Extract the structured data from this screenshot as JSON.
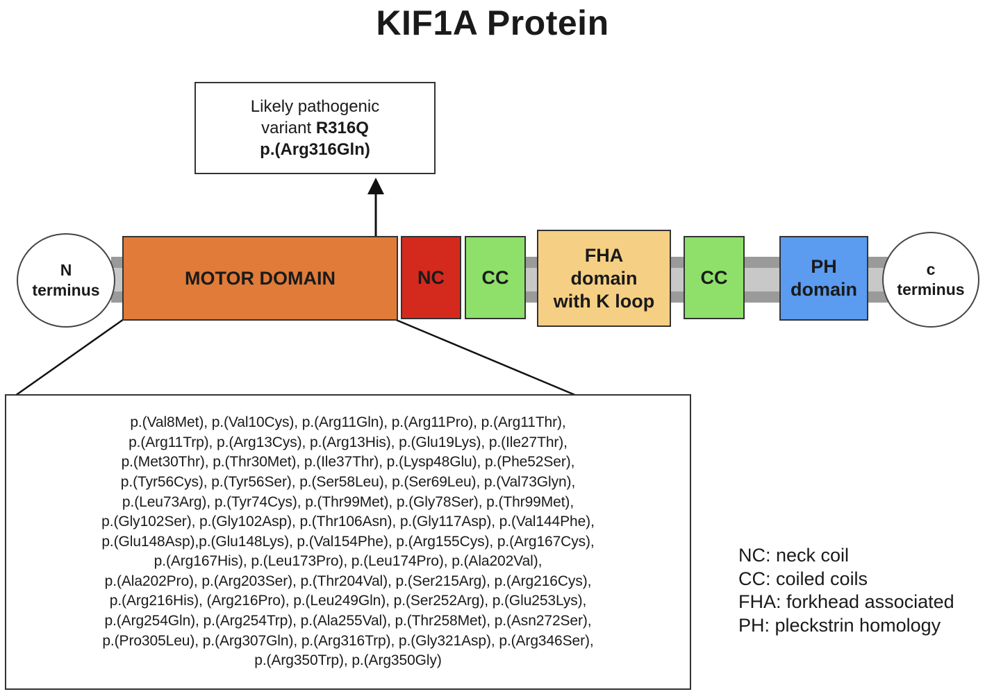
{
  "title": "KIF1A Protein",
  "callout": {
    "line1": "Likely pathogenic",
    "line2_prefix": "variant ",
    "line2_bold": "R316Q",
    "line3": "p.(Arg316Gln)"
  },
  "domains": {
    "n_terminus": [
      "N",
      "terminus"
    ],
    "motor": "MOTOR DOMAIN",
    "nc": "NC",
    "cc1": "CC",
    "fha": [
      "FHA",
      "domain",
      "with K loop"
    ],
    "cc2": "CC",
    "ph": [
      "PH",
      "domain"
    ],
    "c_terminus": [
      "c",
      "terminus"
    ]
  },
  "colors": {
    "motor": "#e07b39",
    "nc": "#d42a1e",
    "cc": "#8ee06a",
    "fha": "#f5cf83",
    "ph": "#5b9bf0",
    "linker": "#9a9a9a"
  },
  "variants": [
    "p.(Val8Met), p.(Val10Cys), p.(Arg11Gln), p.(Arg11Pro), p.(Arg11Thr),",
    "p.(Arg11Trp), p.(Arg13Cys), p.(Arg13His), p.(Glu19Lys), p.(Ile27Thr),",
    "p.(Met30Thr), p.(Thr30Met), p.(Ile37Thr), p.(Lysp48Glu), p.(Phe52Ser),",
    "p.(Tyr56Cys), p.(Tyr56Ser), p.(Ser58Leu), p.(Ser69Leu), p.(Val73Glyn),",
    "p.(Leu73Arg), p.(Tyr74Cys), p.(Thr99Met), p.(Gly78Ser),  p.(Thr99Met),",
    "p.(Gly102Ser), p.(Gly102Asp), p.(Thr106Asn), p.(Gly117Asp),  p.(Val144Phe),",
    "p.(Glu148Asp),p.(Glu148Lys),  p.(Val154Phe), p.(Arg155Cys), p.(Arg167Cys),",
    "p.(Arg167His), p.(Leu173Pro), p.(Leu174Pro), p.(Ala202Val),",
    "p.(Ala202Pro), p.(Arg203Ser), p.(Thr204Val), p.(Ser215Arg),  p.(Arg216Cys),",
    "p.(Arg216His), (Arg216Pro), p.(Leu249Gln), p.(Ser252Arg), p.(Glu253Lys),",
    "p.(Arg254Gln), p.(Arg254Trp), p.(Ala255Val),  p.(Thr258Met), p.(Asn272Ser),",
    "p.(Pro305Leu), p.(Arg307Gln),  p.(Arg316Trp),  p.(Gly321Asp), p.(Arg346Ser),",
    "p.(Arg350Trp), p.(Arg350Gly)"
  ],
  "legend": [
    "NC: neck coil",
    "CC: coiled coils",
    "FHA: forkhead associated",
    "PH: pleckstrin homology"
  ]
}
